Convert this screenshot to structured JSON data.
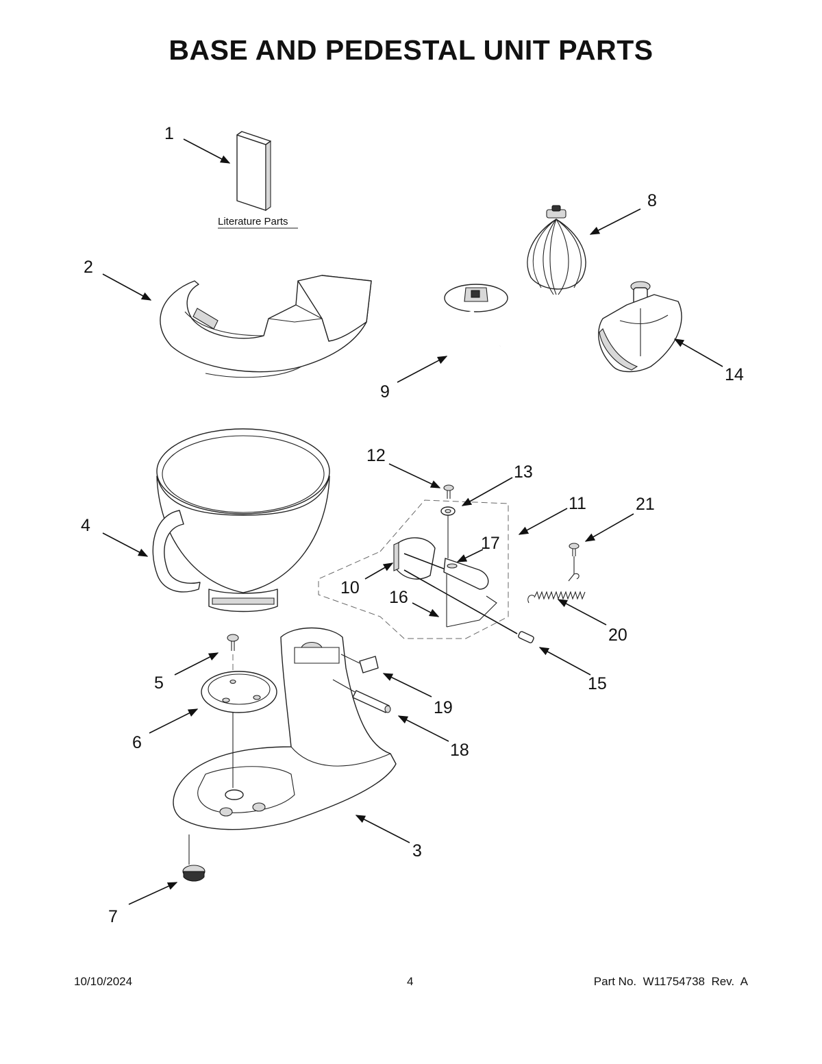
{
  "title": "BASE AND PEDESTAL UNIT PARTS",
  "literature_label": "Literature Parts",
  "callouts": [
    "1",
    "2",
    "3",
    "4",
    "5",
    "6",
    "7",
    "8",
    "9",
    "10",
    "11",
    "12",
    "13",
    "14",
    "15",
    "16",
    "17",
    "18",
    "19",
    "20",
    "21"
  ],
  "footer": {
    "date": "10/10/2024",
    "page": "4",
    "part_no": "Part No.  W11754738  Rev.  A"
  }
}
